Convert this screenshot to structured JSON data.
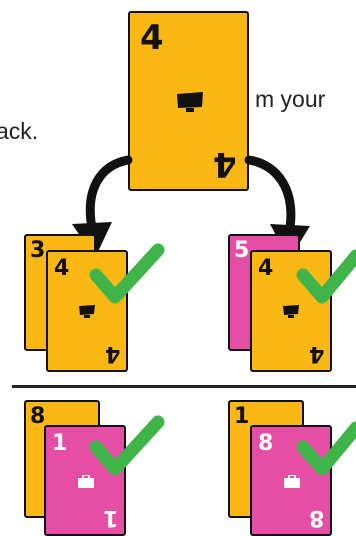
{
  "instruction": {
    "line1": "m your",
    "line2": "ack."
  },
  "colors": {
    "yellow": "#FBB814",
    "pink": "#E64DA4",
    "check": "#3FB549",
    "ink": "#111111"
  },
  "main_card": {
    "value": "4",
    "color": "yellow",
    "icon": "tv-icon"
  },
  "piles": [
    {
      "back": {
        "value": "3",
        "color": "yellow"
      },
      "front": {
        "value": "4",
        "color": "yellow",
        "icon": "tv-icon"
      },
      "valid": true
    },
    {
      "back": {
        "value": "5",
        "color": "pink"
      },
      "front": {
        "value": "4",
        "color": "yellow",
        "icon": "tv-icon"
      },
      "valid": true
    },
    {
      "back": {
        "value": "8",
        "color": "yellow"
      },
      "front": {
        "value": "1",
        "color": "pink",
        "icon": "briefcase-icon"
      },
      "valid": true
    },
    {
      "back": {
        "value": "1",
        "color": "yellow"
      },
      "front": {
        "value": "8",
        "color": "pink",
        "icon": "briefcase-icon"
      },
      "valid": true
    }
  ]
}
